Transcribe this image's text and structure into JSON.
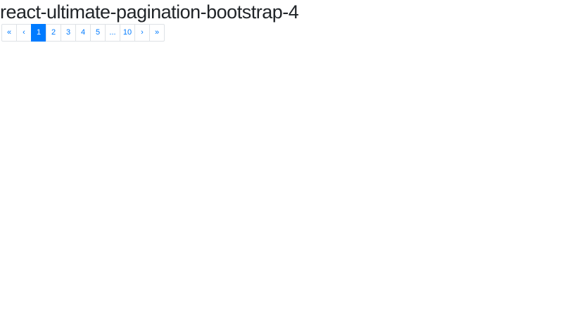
{
  "page": {
    "title": "react-ultimate-pagination-bootstrap-4"
  },
  "pagination": {
    "active_page": "1",
    "total_pages": "10",
    "items": [
      {
        "label": "«",
        "role": "first-page",
        "active": false
      },
      {
        "label": "‹",
        "role": "previous-page",
        "active": false
      },
      {
        "label": "1",
        "role": "page",
        "active": true
      },
      {
        "label": "2",
        "role": "page",
        "active": false
      },
      {
        "label": "3",
        "role": "page",
        "active": false
      },
      {
        "label": "4",
        "role": "page",
        "active": false
      },
      {
        "label": "5",
        "role": "page",
        "active": false
      },
      {
        "label": "...",
        "role": "ellipsis",
        "active": false
      },
      {
        "label": "10",
        "role": "page",
        "active": false
      },
      {
        "label": "›",
        "role": "next-page",
        "active": false
      },
      {
        "label": "»",
        "role": "last-page",
        "active": false
      }
    ]
  },
  "theme": {
    "page_bg": "#ffffff",
    "title_color": "#212529",
    "link_color": "#007bff",
    "border_color": "#dee2e6",
    "active_bg": "#007bff",
    "active_text": "#ffffff"
  }
}
